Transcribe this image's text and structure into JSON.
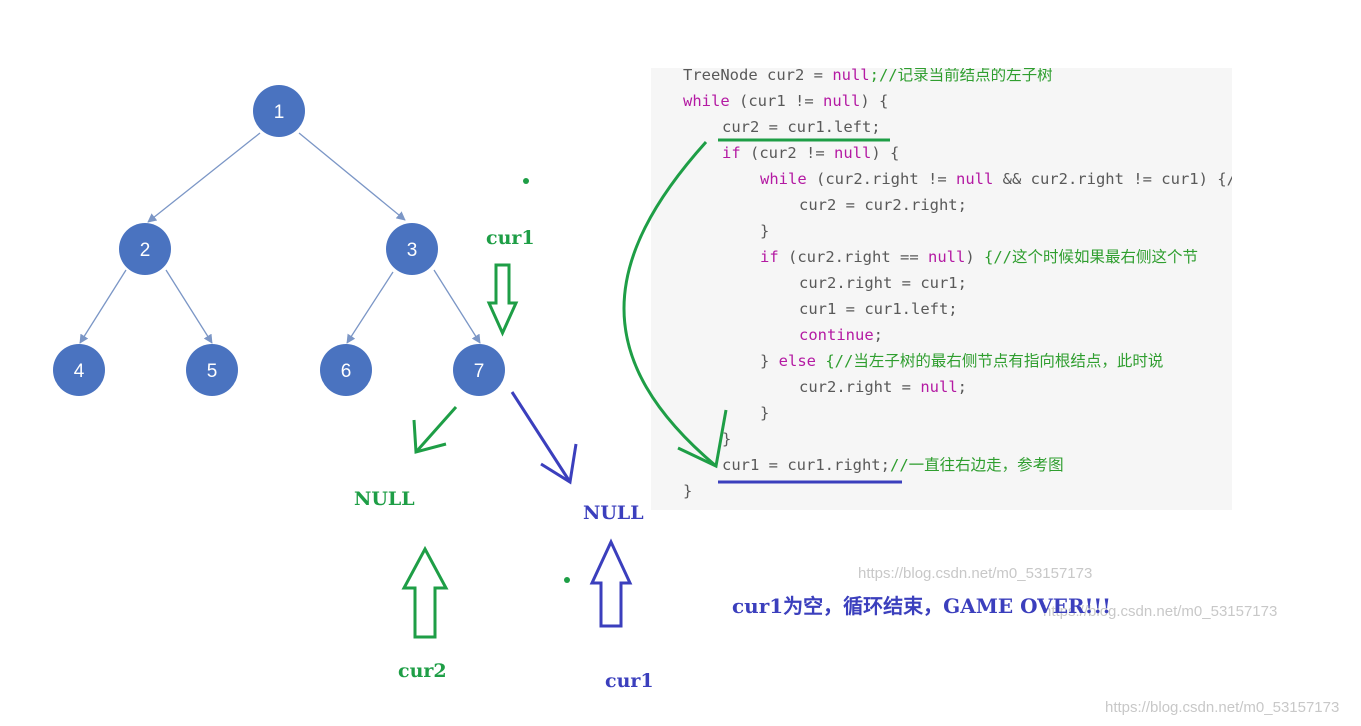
{
  "tree": {
    "nodes": [
      {
        "id": "n1",
        "label": "1"
      },
      {
        "id": "n2",
        "label": "2"
      },
      {
        "id": "n3",
        "label": "3"
      },
      {
        "id": "n4",
        "label": "4"
      },
      {
        "id": "n5",
        "label": "5"
      },
      {
        "id": "n6",
        "label": "6"
      },
      {
        "id": "n7",
        "label": "7"
      }
    ],
    "node_color": "#4a73c0",
    "edge_color": "#7b96c6"
  },
  "labels": {
    "cur1_top": "cur1",
    "null_left": "NULL",
    "null_right": "NULL",
    "cur2_bottom": "cur2",
    "cur1_bottom": "cur1",
    "game_over": "cur1为空，循环结束，GAME OVER!!!"
  },
  "code": {
    "l1_a": "TreeNode cur2 = ",
    "l1_null": "null",
    "l1_c": ";//记录当前结点的左子树",
    "l2_while": "while",
    "l2_a": " (cur1 != ",
    "l2_null": "null",
    "l2_b": ") {",
    "l3": "cur2 = cur1.left;",
    "l4_if": "if",
    "l4_a": " (cur2 != ",
    "l4_null": "null",
    "l4_b": ") {",
    "l5_while": "while",
    "l5_a": " (cur2.right != ",
    "l5_null": "null",
    "l5_b": " && cur2.right != cur1) {/",
    "l6": "cur2 = cur2.right;",
    "l7": "}",
    "l8_if": "if",
    "l8_a": " (cur2.right == ",
    "l8_null": "null",
    "l8_b": ") ",
    "l8_c": "{//这个时候如果最右侧这个节",
    "l9": "cur2.right = cur1;",
    "l10": "cur1 = cur1.left;",
    "l11_cont": "continue",
    "l11_b": ";",
    "l12_a": "} ",
    "l12_else": "else",
    "l12_c": " {//当左子树的最右侧节点有指向根结点，此时说",
    "l13_a": "cur2.right = ",
    "l13_null": "null",
    "l13_b": ";",
    "l14": "}",
    "l15": "}",
    "l16_a": "cur1 = cur1.right;",
    "l16_c": "//一直往右边走，参考图",
    "l17": "}"
  },
  "watermarks": {
    "w1": "https://blog.csdn.net/m0_53157173",
    "w2": "https://blog.csdn.net/m0_53157173",
    "w3": "https://blog.csdn.net/m0_53157173"
  },
  "colors": {
    "green": "#1e9e46",
    "blue": "#3b3fbd",
    "keyword": "#b41aa3",
    "comment": "#2f9e2f",
    "code_bg": "#f6f6f6"
  }
}
